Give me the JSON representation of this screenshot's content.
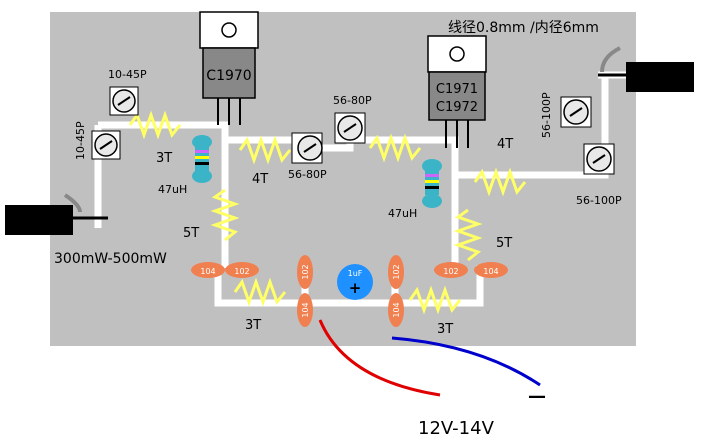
{
  "diagram": {
    "header_note": "线径0.8mm /内径6mm",
    "transistors": {
      "q1": "C1970",
      "q2_line1": "C1971",
      "q2_line2": "C1972"
    },
    "trimmers": {
      "t1": "10-45P",
      "t2": "10-45P",
      "t3": "56-80P",
      "t4": "56-80P",
      "t5": "56-100P",
      "t6": "56-100P"
    },
    "inductors": {
      "l1": "47uH",
      "l2": "47uH"
    },
    "coils": {
      "c1": "3T",
      "c2": "4T",
      "c3": "4T",
      "c4": "5T",
      "c5": "5T",
      "c6": "3T",
      "c7": "3T"
    },
    "capacitors": {
      "k1": "104",
      "k2": "102",
      "k3": "102",
      "k4": "104",
      "k5": "102",
      "k6": "104",
      "k7": "102",
      "k8": "104"
    },
    "electrolytic": {
      "value": "1uF",
      "polarity": "+"
    },
    "power_in_label": "300mW-500mW",
    "supply_label": "12V-14V",
    "minus_sign": "—",
    "colors": {
      "board": "#c0c0c0",
      "trace": "#ffffff",
      "coil": "#ffff66",
      "cap_ceramic": "#f08050",
      "cap_electrolytic": "#1e90ff",
      "transistor_body": "#888888",
      "wire_positive": "#e00000",
      "wire_negative": "#0000cc"
    }
  }
}
